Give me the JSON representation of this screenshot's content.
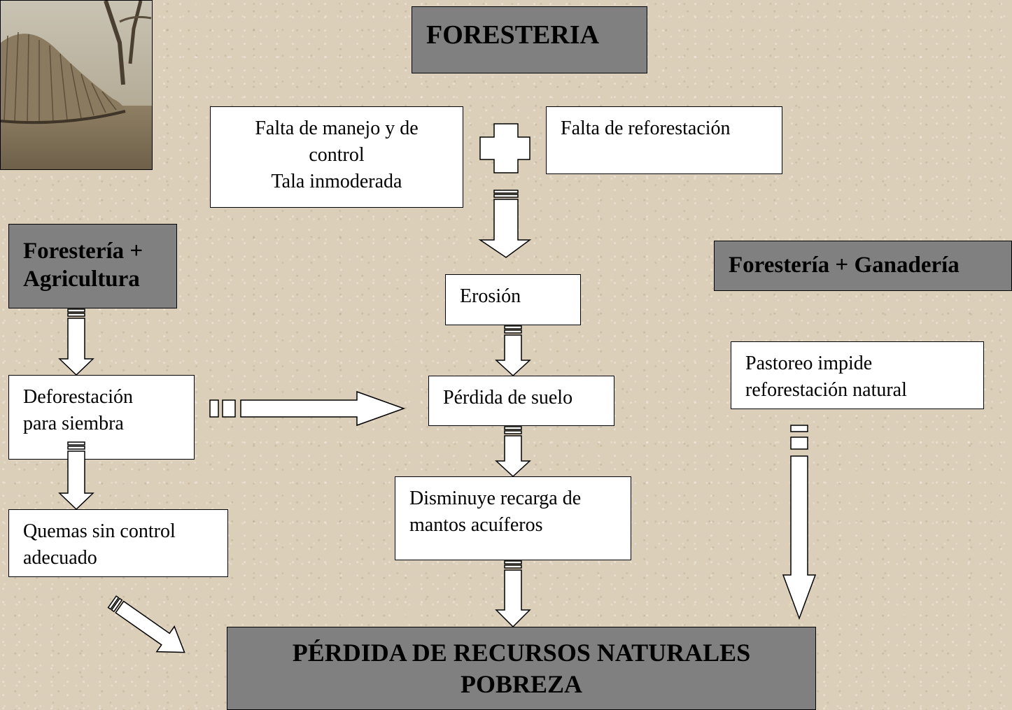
{
  "title": "FORESTERIA",
  "forestry": {
    "lack_management_line1": "Falta de manejo y de",
    "lack_management_line2": "control",
    "lack_management_line3": "Tala inmoderada",
    "lack_reforestation": "Falta de reforestación"
  },
  "center_chain": {
    "erosion": "Erosión",
    "soil_loss": "Pérdida de suelo",
    "aquifer_line1": "Disminuye recarga de",
    "aquifer_line2": "mantos acuíferos"
  },
  "agriculture": {
    "header_line1": "Forestería +",
    "header_line2": "Agricultura",
    "deforestation_line1": "Deforestación",
    "deforestation_line2": "para siembra",
    "burning_line1": "Quemas sin control",
    "burning_line2": "adecuado"
  },
  "livestock": {
    "header": "Forestería + Ganadería",
    "grazing_line1": "Pastoreo impide",
    "grazing_line2": "reforestación natural"
  },
  "result": {
    "line1": "PÉRDIDA DE RECURSOS NATURALES",
    "line2": "POBREZA"
  },
  "colors": {
    "background": "#dccfb9",
    "header_fill": "#808080",
    "box_fill": "#ffffff"
  }
}
